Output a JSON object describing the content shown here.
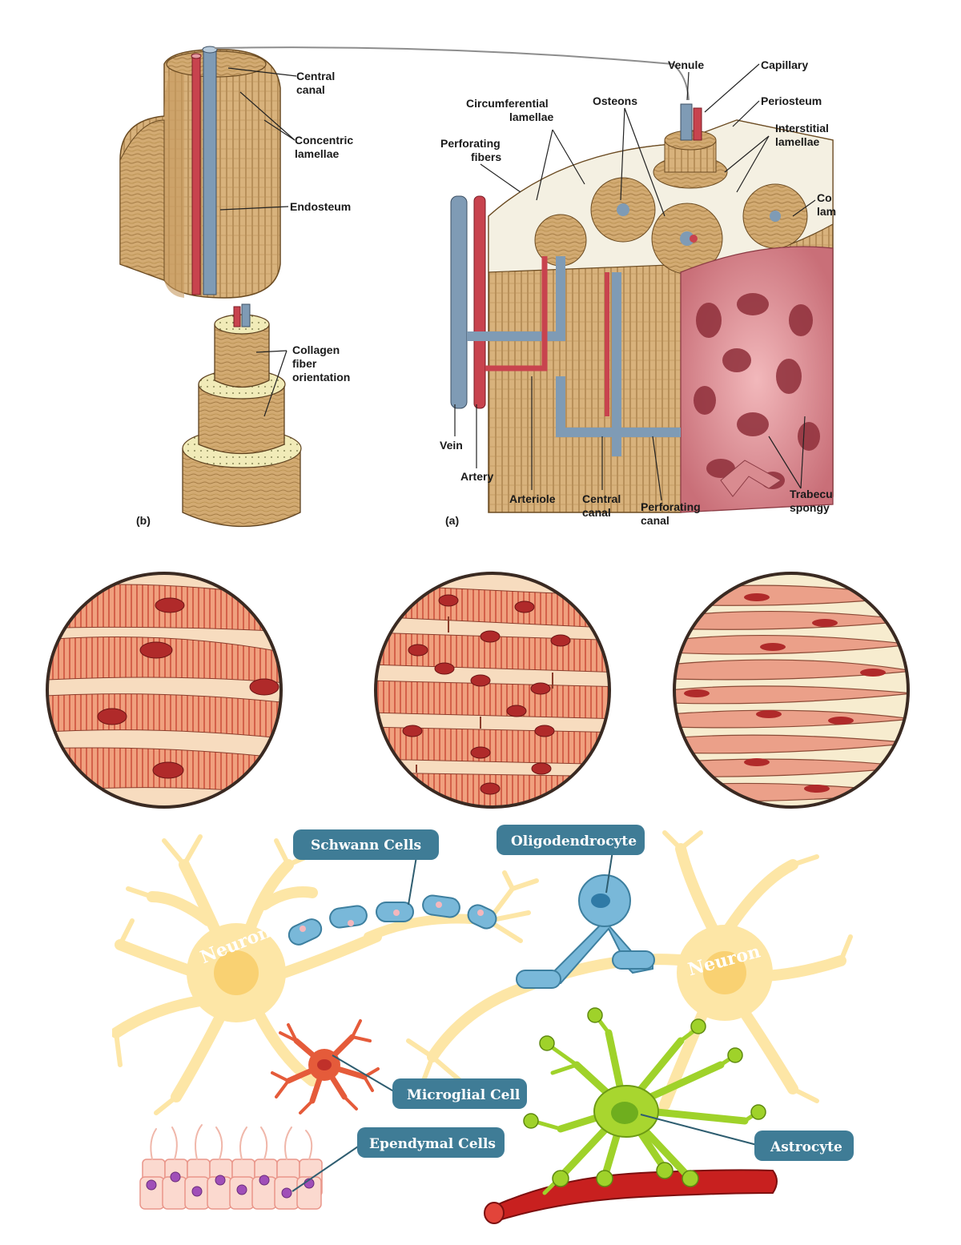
{
  "bone": {
    "b_panel": {
      "letter": "(b)",
      "labels": {
        "central_canal": [
          "Central",
          "canal"
        ],
        "concentric_lamellae": [
          "Concentric",
          "lamellae"
        ],
        "endosteum": [
          "Endosteum"
        ],
        "collagen": [
          "Collagen",
          "fiber",
          "orientation"
        ]
      }
    },
    "a_panel": {
      "letter": "(a)",
      "labels": {
        "venule": [
          "Venule"
        ],
        "capillary": [
          "Capillary"
        ],
        "periosteum": [
          "Periosteum"
        ],
        "osteons": [
          "Osteons"
        ],
        "circumferential": [
          "Circumferential",
          "lamellae"
        ],
        "interstitial": [
          "Interstitial",
          "lamellae"
        ],
        "perforating_fibers": [
          "Perforating",
          "fibers"
        ],
        "concentric_cut": [
          "Co",
          "lam"
        ],
        "vein": [
          "Vein"
        ],
        "artery": [
          "Artery"
        ],
        "arteriole": [
          "Arteriole"
        ],
        "central_canal": [
          "Central",
          "canal"
        ],
        "perforating_canal": [
          "Perforating",
          "canal"
        ],
        "trabeculae": [
          "Trabecu",
          "spongy"
        ]
      }
    }
  },
  "muscle": {
    "panels": [
      "skeletal",
      "cardiac",
      "smooth"
    ]
  },
  "neuroglia": {
    "tags": {
      "schwann": "Schwann Cells",
      "oligodendrocyte": "Oligodendrocyte",
      "microglial": "Microglial Cell",
      "ependymal": "Ependymal Cells",
      "astrocyte": "Astrocyte"
    },
    "neuron_left": "Neuron",
    "neuron_right": "Neuron"
  },
  "colors": {
    "bone": "#c9a06a",
    "bone_dark": "#8a6a3a",
    "vein": "#7f9bb5",
    "artery": "#c8434e",
    "spongy": "#d98b90",
    "muscle": "#e8846a",
    "muscle_bg": "#f7dcbf",
    "nucleus": "#b02a2a",
    "neuron": "#fde6a6",
    "schwann": "#79b8d9",
    "tag_bg": "#3f7c96",
    "microglia": "#e55b3a",
    "astrocyte": "#9fd22a",
    "vessel": "#c8201f"
  }
}
